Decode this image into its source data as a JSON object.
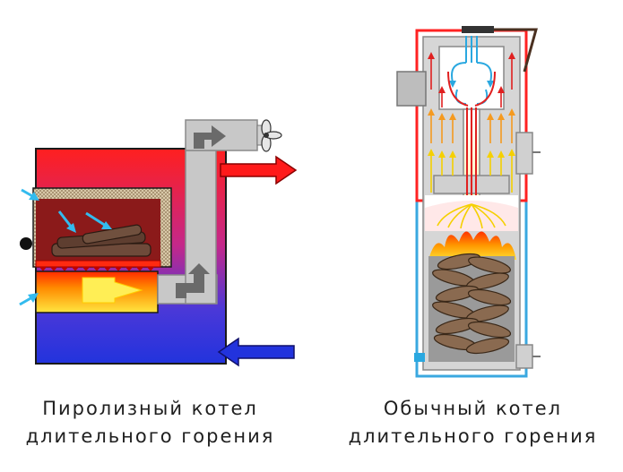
{
  "captions": {
    "left": {
      "line1": "Пиролизный котел",
      "line2": "длительного горения"
    },
    "right": {
      "line1": "Обычный котел",
      "line2": "длительного горения"
    }
  },
  "colors": {
    "hot": "#ff1a1a",
    "cold": "#2233dd",
    "flue": "#c8c8c8",
    "air_arrow": "#33bbee",
    "flame": "#ffb000",
    "wood": "#8a6a50",
    "hot_flow": "#e02020",
    "warm_flow": "#f59a20",
    "mild_flow": "#f5d000",
    "cool_flow": "#2aa8e0"
  }
}
